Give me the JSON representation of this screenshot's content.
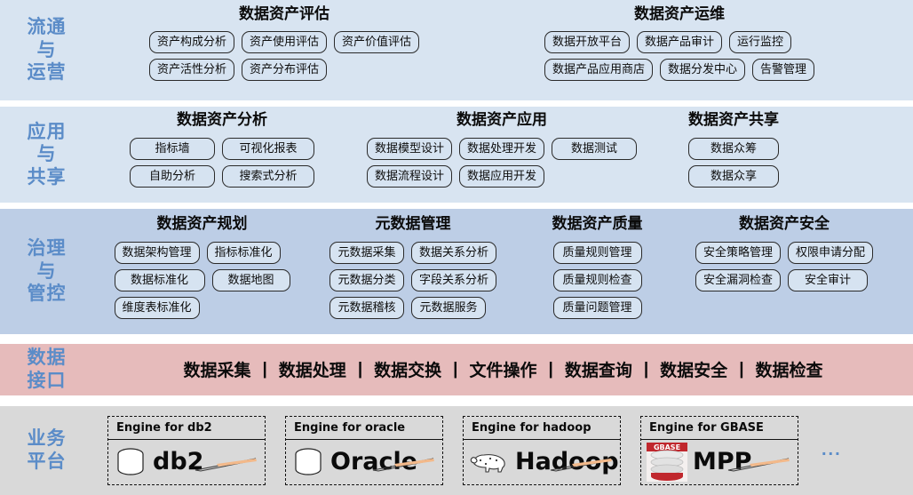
{
  "colors": {
    "band_blue_light": "#D8E4F1",
    "band_blue_dark": "#BDCEE6",
    "band_pink": "#E6BBBB",
    "band_gray": "#D9D9D9",
    "label_blue": "#5B8CC8",
    "pill_fill": "#D6E3F1",
    "swoosh_orange": "#F3BE91",
    "gbase_red": "#C0272D"
  },
  "bands": [
    {
      "label": "流通\n与\n运营",
      "groups": [
        {
          "title": "数据资产评估",
          "rows": [
            [
              "资产构成分析",
              "资产使用评估",
              "资产价值评估"
            ],
            [
              "资产活性分析",
              "资产分布评估"
            ]
          ]
        },
        {
          "title": "数据资产运维",
          "rows": [
            [
              "数据开放平台",
              "数据产品审计",
              "运行监控"
            ],
            [
              "数据产品应用商店",
              "数据分发中心",
              "告警管理"
            ]
          ]
        }
      ]
    },
    {
      "label": "应用\n与\n共享",
      "groups": [
        {
          "title": "数据资产分析",
          "rows": [
            [
              "指标墙",
              "可视化报表"
            ],
            [
              "自助分析",
              "搜索式分析"
            ]
          ]
        },
        {
          "title": "数据资产应用",
          "rows": [
            [
              "数据模型设计",
              "数据处理开发",
              "数据测试"
            ],
            [
              "数据流程设计",
              "数据应用开发"
            ]
          ]
        },
        {
          "title": "数据资产共享",
          "rows": [
            [
              "数据众筹"
            ],
            [
              "数据众享"
            ]
          ]
        }
      ]
    },
    {
      "label": "治理\n与\n管控",
      "groups": [
        {
          "title": "数据资产规划",
          "rows": [
            [
              "数据架构管理",
              "指标标准化"
            ],
            [
              "数据标准化",
              "数据地图"
            ],
            [
              "维度表标准化"
            ]
          ]
        },
        {
          "title": "元数据管理",
          "rows": [
            [
              "元数据采集",
              "数据关系分析"
            ],
            [
              "元数据分类",
              "字段关系分析"
            ],
            [
              "元数据稽核",
              "元数据服务"
            ]
          ]
        },
        {
          "title": "数据资产质量",
          "rows": [
            [
              "质量规则管理"
            ],
            [
              "质量规则检查"
            ],
            [
              "质量问题管理"
            ]
          ]
        },
        {
          "title": "数据资产安全",
          "rows": [
            [
              "安全策略管理",
              "权限申请分配"
            ],
            [
              "安全漏洞检查",
              "安全审计"
            ]
          ]
        }
      ]
    }
  ],
  "interface_band": {
    "label": "数据\n接口",
    "separator": "|",
    "items": [
      "数据采集",
      "数据处理",
      "数据交换",
      "文件操作",
      "数据查询",
      "数据安全",
      "数据检查"
    ]
  },
  "platform_band": {
    "label": "业务\n平台",
    "overflow": "...",
    "engines": [
      {
        "header": "Engine for db2",
        "name": "db2",
        "icon": "database-cylinder-icon"
      },
      {
        "header": "Engine for  oracle",
        "name": "Oracle",
        "icon": "database-cylinder-icon"
      },
      {
        "header": "Engine for hadoop",
        "name": "Hadoop",
        "icon": "hadoop-elephant-icon"
      },
      {
        "header": "Engine for GBASE",
        "name": "MPP",
        "icon": "gbase-logo-icon",
        "logo_text": "GBASE"
      }
    ]
  }
}
